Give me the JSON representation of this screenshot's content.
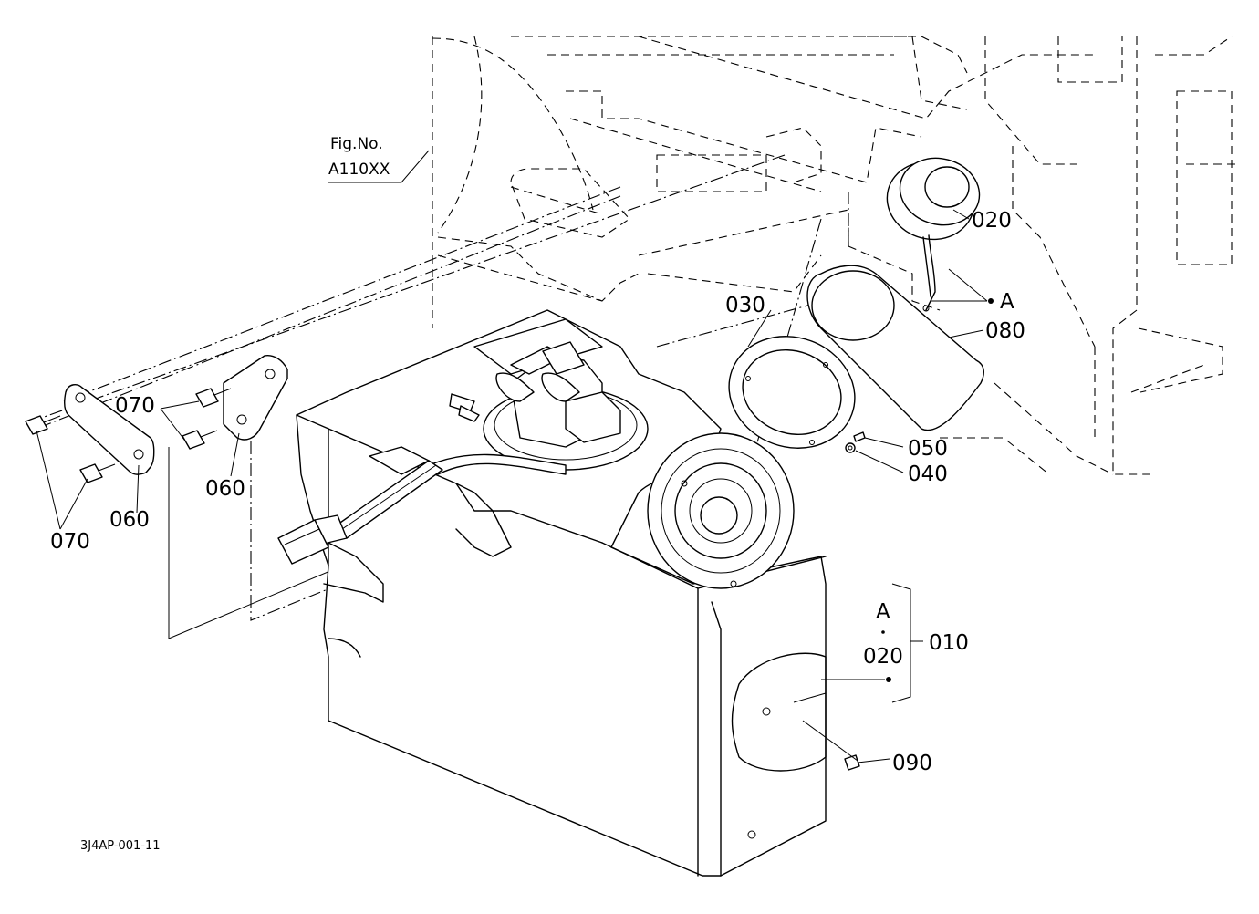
{
  "figure_reference": {
    "line1": "Fig.No.",
    "line2": "A110XX"
  },
  "drawing_code": "3J4AP-001-11",
  "callouts": {
    "p010": "010",
    "p020_cap": "020",
    "p020_list": "020",
    "p030": "030",
    "p040": "040",
    "p050": "050",
    "p060_left": "060",
    "p060_right": "060",
    "p070_top": "070",
    "p070_bottom": "070",
    "p080": "080",
    "p090": "090",
    "ref_a_top": "A",
    "ref_a_list": "A"
  }
}
